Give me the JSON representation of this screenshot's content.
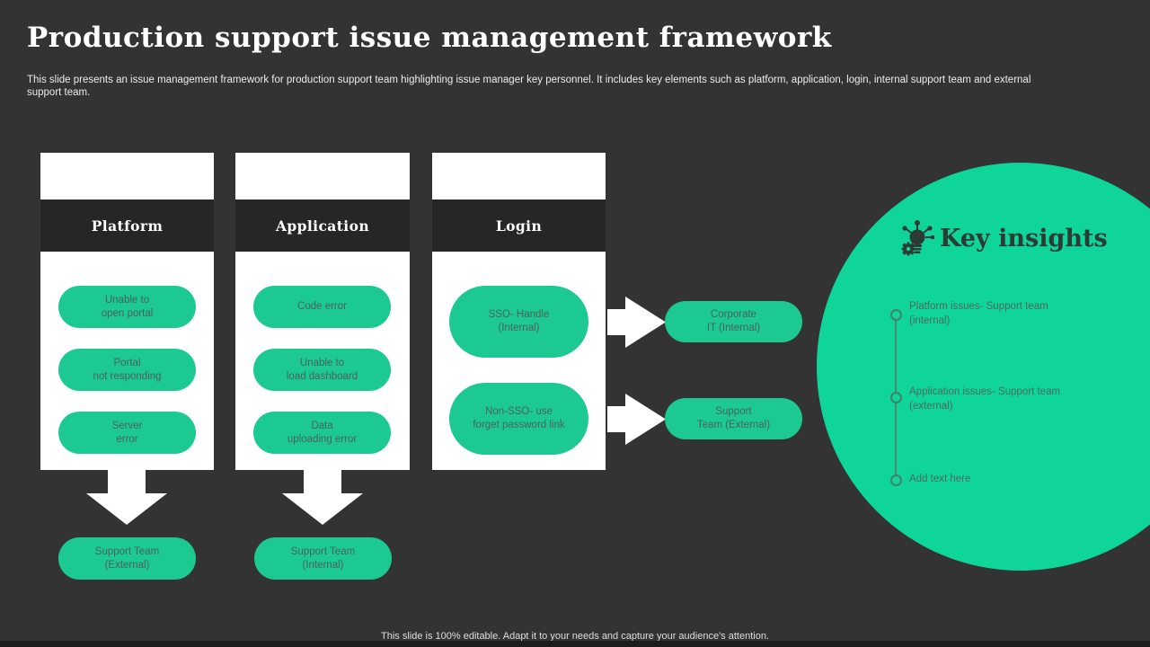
{
  "slide": {
    "title": "Production support issue management framework",
    "description": "This slide presents an issue management framework for production support team highlighting issue manager key personnel. It includes key elements such as platform, application, login, internal support team and external support team.",
    "footer": "This slide is 100% editable. Adapt it to your needs and capture your audience's attention."
  },
  "colors": {
    "background": "#333333",
    "header_band": "#262626",
    "pill_green": "#1cc993",
    "circle_green": "#0fd59b",
    "arrow_white": "#ffffff",
    "pill_text": "#4b635a",
    "insight_text": "#2c3b34"
  },
  "columns": [
    {
      "header": "Platform",
      "pills": [
        "Unable to\nopen portal",
        "Portal\nnot responding",
        "Server\nerror"
      ]
    },
    {
      "header": "Application",
      "pills": [
        "Code error",
        "Unable to\nload dashboard",
        "Data\nuploading error"
      ]
    },
    {
      "header": "Login",
      "pills": [
        "SSO- Handle\n(Internal)",
        "Non-SSO- use\nforget password link"
      ]
    }
  ],
  "login_outcomes": [
    "Corporate\nIT (Internal)",
    "Support\nTeam (External)"
  ],
  "bottom_outcomes": [
    "Support Team\n(External)",
    "Support Team\n(Internal)"
  ],
  "icons": {
    "right_arrow": "right-arrow-icon",
    "down_arrow": "down-arrow-icon",
    "key_insights": "lightbulb-gear-icon"
  },
  "key_insights": {
    "title": "Key insights",
    "items": [
      "Platform issues- Support team (internal)",
      "Application issues- Support team (external)",
      "Add text here"
    ]
  }
}
